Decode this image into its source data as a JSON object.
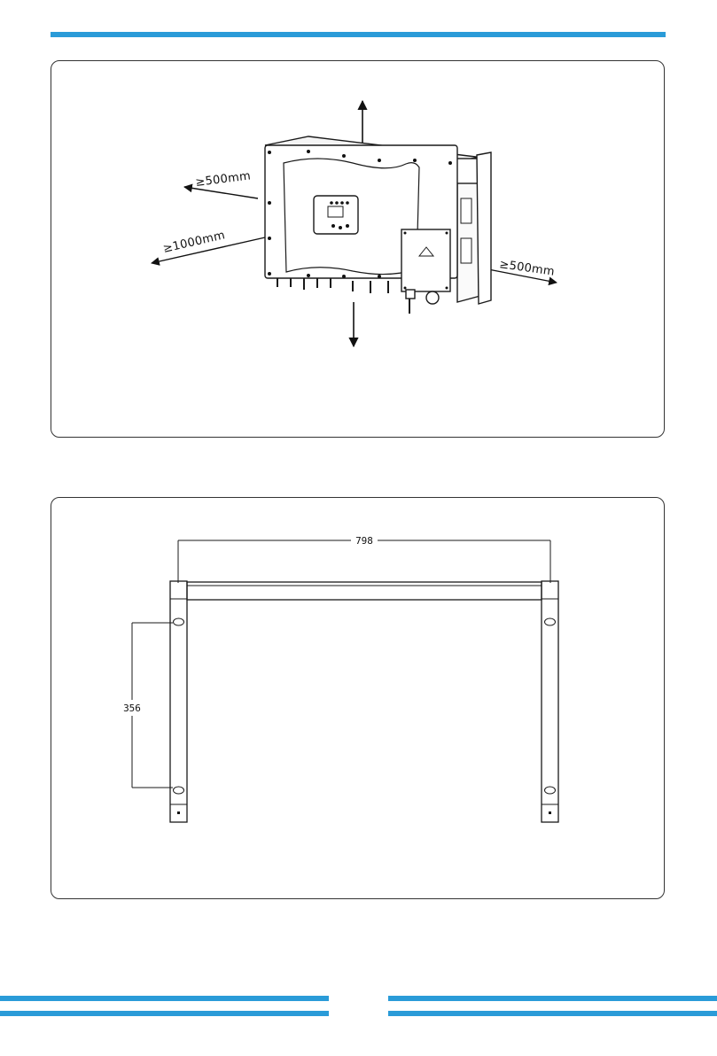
{
  "installation_clearance": {
    "left_clearance": "≥500mm",
    "front_clearance": "≥1000mm",
    "right_clearance": "≥500mm"
  },
  "bracket_dimensions": {
    "width": "798",
    "hole_spacing": "356"
  },
  "colors": {
    "accent": "#2a9bd8",
    "line": "#1a1a1a"
  }
}
